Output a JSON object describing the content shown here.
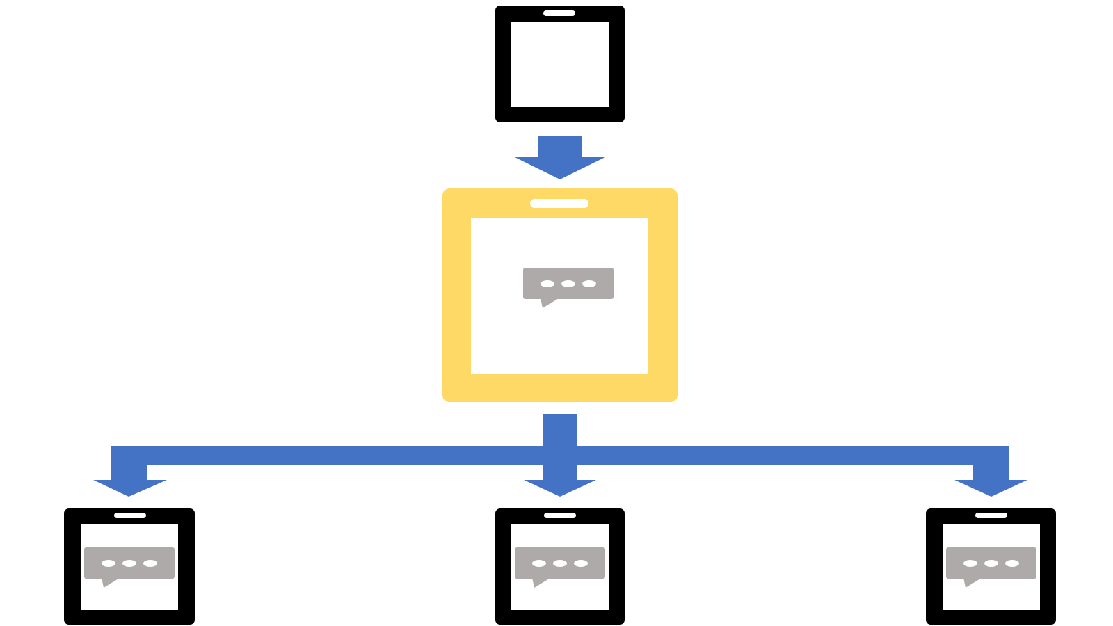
{
  "colors": {
    "background": "#ffffff",
    "device_frame": "#000000",
    "highlight_frame": "#fed966",
    "arrow": "#4472c4",
    "chat_bubble": "#aeaaaa",
    "chat_dots": "#ffffff",
    "screen": "#ffffff"
  },
  "icons": {
    "device": "tablet-icon",
    "message": "chat-bubble-icon",
    "arrow": "arrow-down-icon"
  },
  "nodes": [
    {
      "id": "source-device",
      "highlighted": false,
      "has_message": false
    },
    {
      "id": "relay-device",
      "highlighted": true,
      "has_message": true
    },
    {
      "id": "recipient-device-left",
      "highlighted": false,
      "has_message": true
    },
    {
      "id": "recipient-device-center",
      "highlighted": false,
      "has_message": true
    },
    {
      "id": "recipient-device-right",
      "highlighted": false,
      "has_message": true
    }
  ],
  "edges": [
    {
      "from": "source-device",
      "to": "relay-device"
    },
    {
      "from": "relay-device",
      "to": "recipient-device-left"
    },
    {
      "from": "relay-device",
      "to": "recipient-device-center"
    },
    {
      "from": "relay-device",
      "to": "recipient-device-right"
    }
  ]
}
